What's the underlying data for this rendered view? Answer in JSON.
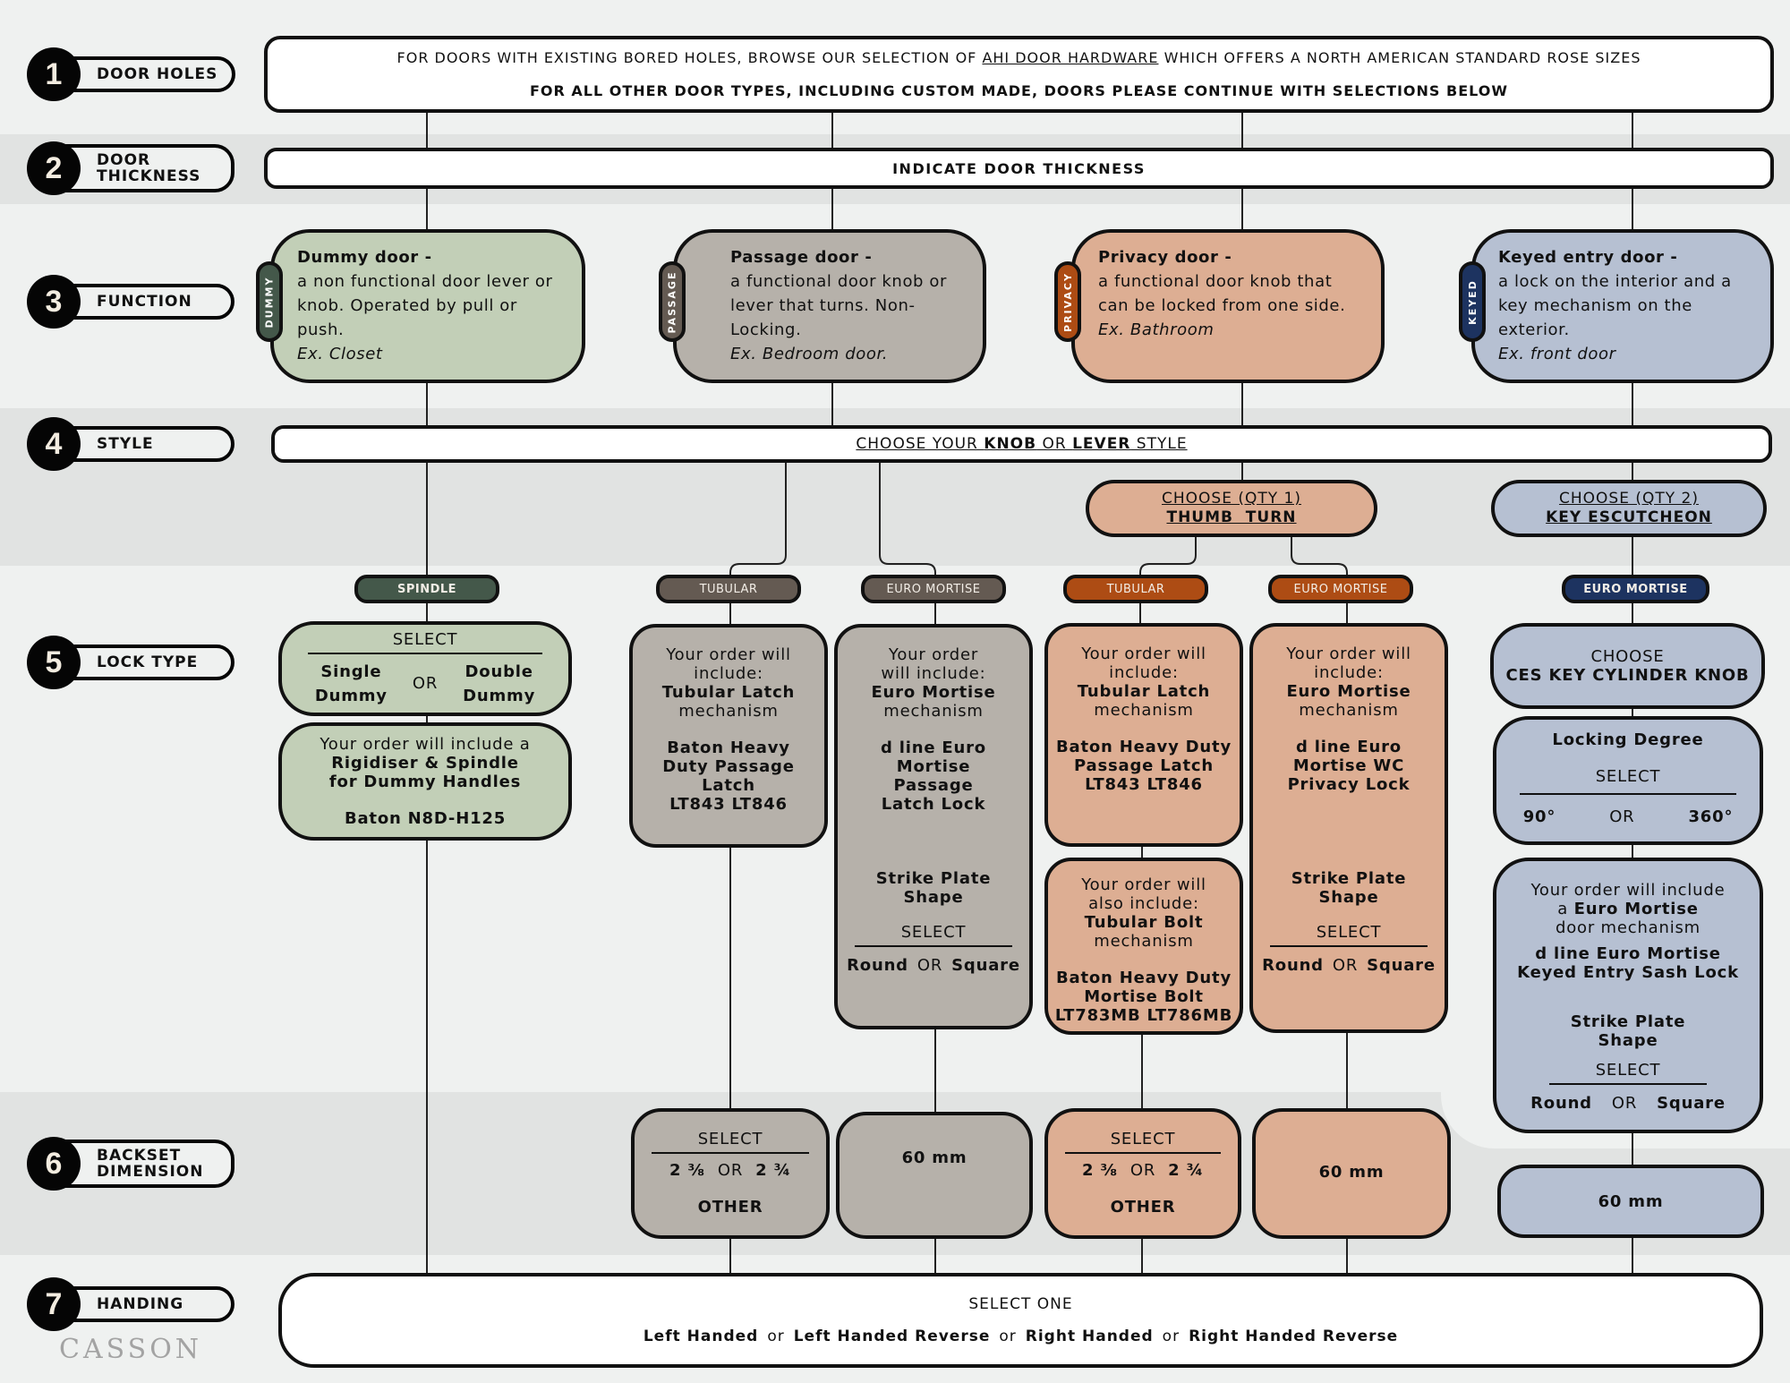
{
  "steps": [
    {
      "num": "1",
      "label": "DOOR HOLES"
    },
    {
      "num": "2",
      "label_line1": "DOOR",
      "label_line2": "THICKNESS"
    },
    {
      "num": "3",
      "label": "FUNCTION"
    },
    {
      "num": "4",
      "label": "STYLE"
    },
    {
      "num": "5",
      "label": "LOCK TYPE"
    },
    {
      "num": "6",
      "label_line1": "BACKSET",
      "label_line2": "DIMENSION"
    },
    {
      "num": "7",
      "label": "HANDING"
    }
  ],
  "door_holes": {
    "line1_prefix": "FOR DOORS WITH EXISTING BORED HOLES, BROWSE OUR SELECTION OF ",
    "line1_link": "AHI DOOR HARDWARE",
    "line1_suffix": " WHICH OFFERS A NORTH AMERICAN STANDARD ROSE SIZES",
    "line2": "FOR ALL OTHER DOOR TYPES, INCLUDING CUSTOM MADE, DOORS PLEASE CONTINUE WITH SELECTIONS BELOW"
  },
  "door_thickness": {
    "label": "INDICATE DOOR THICKNESS"
  },
  "functions": [
    {
      "tab": "DUMMY",
      "title": "Dummy door -",
      "desc": "a non functional door lever or knob. Operated by pull or push.",
      "example": "Ex. Closet",
      "tab_color": "#44584a"
    },
    {
      "tab": "PASSAGE",
      "title": "Passage door -",
      "desc": "a functional door knob or lever that turns. Non-Locking.",
      "example": "Ex. Bedroom door.",
      "tab_color": "#645a52"
    },
    {
      "tab": "PRIVACY",
      "title": "Privacy door -",
      "desc": "a functional door knob that can be locked from one side.",
      "example": "Ex. Bathroom",
      "tab_color": "#ad4c14"
    },
    {
      "tab": "KEYED",
      "title": "Keyed entry door -",
      "desc": "a lock on the interior and a key mechanism on the exterior.",
      "example": "Ex. front door",
      "tab_color": "#1d3360"
    }
  ],
  "style": {
    "prefix": "CHOOSE YOUR ",
    "knob": "KNOB",
    "or": " OR ",
    "lever": "LEVER",
    "suffix": " STYLE",
    "thumb_turn": {
      "line1": "CHOOSE (QTY 1)",
      "line2": "THUMB  TURN"
    },
    "key_escutcheon": {
      "line1": "CHOOSE (QTY 2)",
      "line2": "KEY ESCUTCHEON"
    }
  },
  "lock_pills": [
    {
      "label": "SPINDLE",
      "color": "#44584a"
    },
    {
      "label": "TUBULAR",
      "color": "#645a52"
    },
    {
      "label": "EURO MORTISE",
      "color": "#645a52"
    },
    {
      "label": "TUBULAR",
      "color": "#ad4c14"
    },
    {
      "label": "EURO MORTISE",
      "color": "#ad4c14"
    },
    {
      "label": "EURO MORTISE",
      "color": "#1d3360"
    }
  ],
  "lock_type": {
    "dummy_select": {
      "select": "SELECT",
      "opt1_a": "Single",
      "opt1_b": "Dummy",
      "or": "OR",
      "opt2_a": "Double",
      "opt2_b": "Dummy"
    },
    "dummy_include": {
      "line1": "Your order will include a",
      "line2": "Rigidiser & Spindle",
      "line3": "for Dummy Handles",
      "product": "Baton N8D-H125"
    },
    "passage_tubular": {
      "l1": "Your order will",
      "l2": "include:",
      "mech": "Tubular Latch",
      "l4": "mechanism",
      "p1": "Baton Heavy",
      "p2": "Duty Passage",
      "p3": "Latch",
      "p4": "LT843 LT846"
    },
    "passage_euro": {
      "l1": "Your order",
      "l2": "will include:",
      "mech": "Euro Mortise",
      "l4": "mechanism",
      "p1": "d line Euro",
      "p2": "Mortise",
      "p3": "Passage",
      "p4": "Latch Lock",
      "strike1": "Strike Plate",
      "strike2": "Shape",
      "select": "SELECT",
      "round": "Round",
      "or": "OR",
      "square": "Square"
    },
    "privacy_tubular": {
      "l1": "Your order will",
      "l2": "include:",
      "mech": "Tubular Latch",
      "l4": "mechanism",
      "p1": "Baton Heavy Duty",
      "p2": "Passage Latch",
      "p3": "LT843 LT846"
    },
    "privacy_bolt": {
      "l1": "Your order will",
      "l2": "also include:",
      "mech": "Tubular Bolt",
      "l4": "mechanism",
      "p1": "Baton Heavy Duty",
      "p2": "Mortise Bolt",
      "p3": "LT783MB LT786MB"
    },
    "privacy_euro": {
      "l1": "Your order will",
      "l2": "include:",
      "mech": "Euro Mortise",
      "l4": "mechanism",
      "p1": "d line Euro",
      "p2": "Mortise WC",
      "p3": "Privacy Lock",
      "strike1": "Strike Plate",
      "strike2": "Shape",
      "select": "SELECT",
      "round": "Round",
      "or": "OR",
      "square": "Square"
    },
    "keyed_cylinder": {
      "l1": "CHOOSE",
      "l2": "CES KEY CYLINDER KNOB"
    },
    "keyed_degree": {
      "title": "Locking Degree",
      "select": "SELECT",
      "opt1": "90°",
      "or": "OR",
      "opt2": "360°"
    },
    "keyed_euro": {
      "l1": "Your order will include",
      "l2a": "a ",
      "l2b": "Euro Mortise",
      "l3": "door mechanism",
      "p1": "d line Euro Mortise",
      "p2": "Keyed Entry Sash Lock",
      "strike1": "Strike Plate",
      "strike2": "Shape",
      "select": "SELECT",
      "round": "Round",
      "or": "OR",
      "square": "Square"
    }
  },
  "backset": {
    "passage_tubular": {
      "select": "SELECT",
      "opt1": "2 ⅜",
      "or": "OR",
      "opt2": "2 ¾",
      "other": "OTHER"
    },
    "passage_euro": {
      "value": "60 mm"
    },
    "privacy_tubular": {
      "select": "SELECT",
      "opt1": "2 ⅜",
      "or": "OR",
      "opt2": "2 ¾",
      "other": "OTHER"
    },
    "privacy_euro": {
      "value": "60 mm"
    },
    "keyed_euro": {
      "value": "60 mm"
    }
  },
  "handing": {
    "select": "SELECT ONE",
    "opt1": "Left Handed",
    "opt2": "Left Handed Reverse",
    "opt3": "Right Handed",
    "opt4": "Right Handed Reverse",
    "or": "or"
  },
  "brand": "CASSON"
}
